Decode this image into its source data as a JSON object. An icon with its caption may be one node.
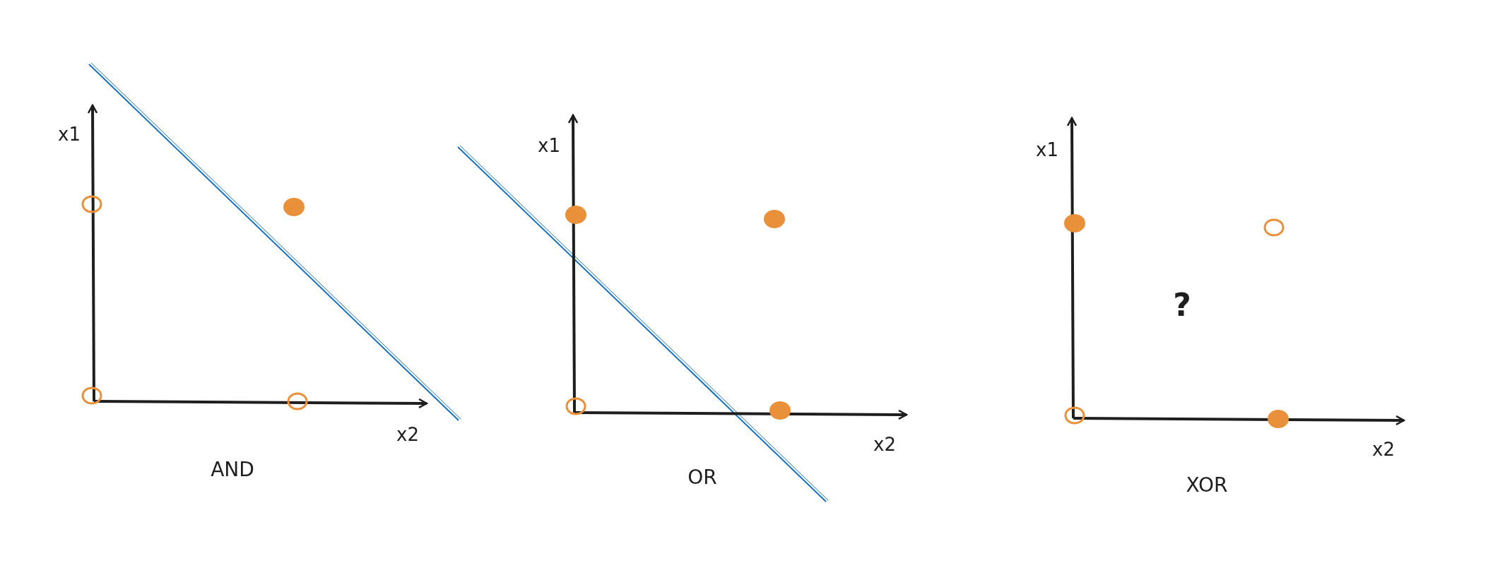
{
  "diagram": {
    "labels": [
      "x1",
      "x2",
      "AND",
      "x1",
      "x2",
      "OR",
      "x1",
      "x2",
      "XOR",
      "?"
    ]
  }
}
